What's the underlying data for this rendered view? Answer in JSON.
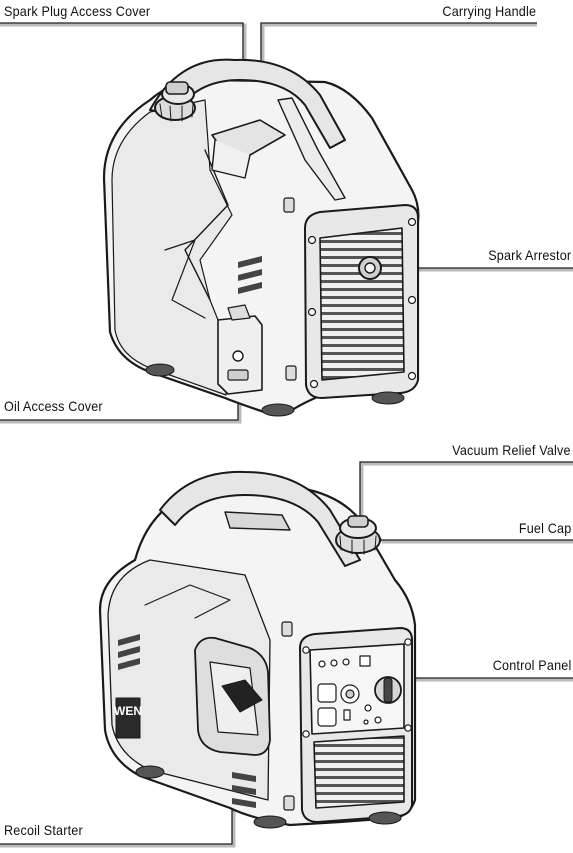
{
  "labels": {
    "spark_plug_access_cover": "Spark Plug Access Cover",
    "carrying_handle": "Carrying Handle",
    "spark_arrestor": "Spark Arrestor",
    "oil_access_cover": "Oil Access Cover",
    "vacuum_relief_valve": "Vacuum Relief Valve",
    "fuel_cap": "Fuel Cap",
    "control_panel": "Control Panel",
    "recoil_starter": "Recoil Starter"
  },
  "logo_text": "WEN",
  "colors": {
    "line": "#1a1a1a",
    "fill": "#f4f4f4",
    "shade": "#e2e2e2"
  }
}
